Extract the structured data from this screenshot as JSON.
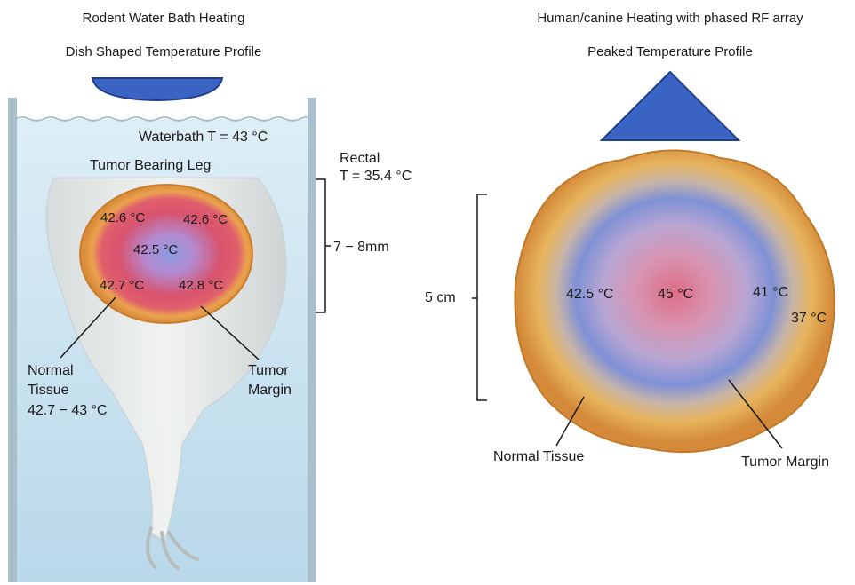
{
  "left_panel": {
    "title_line1": "Rodent Water Bath Heating",
    "title_line2": "Dish Shaped Temperature Profile",
    "waterbath_label": "Waterbath T = 43 °C",
    "tumor_leg_label": "Tumor Bearing Leg",
    "rectal_line1": "Rectal",
    "rectal_line2": "T = 35.4 °C",
    "size_label": "7 − 8mm",
    "temps": {
      "top_left": "42.6 °C",
      "top_right": "42.6 °C",
      "center": "42.5 °C",
      "bottom_left": "42.7 °C",
      "bottom_right": "42.8 °C"
    },
    "normal_tissue_line1": "Normal",
    "normal_tissue_line2": "Tissue",
    "normal_tissue_temp": "42.7 − 43 °C",
    "tumor_margin_line1": "Tumor",
    "tumor_margin_line2": "Margin",
    "profile_color": "#3b63c4"
  },
  "right_panel": {
    "title_line1": "Human/canine Heating with phased RF array",
    "title_line2": "Peaked Temperature Profile",
    "size_label": "5 cm",
    "temps": {
      "left": "42.5 °C",
      "center": "45 °C",
      "right": "41 °C",
      "edge": "37 °C"
    },
    "normal_tissue_label": "Normal Tissue",
    "tumor_margin_label": "Tumor Margin",
    "profile_color": "#3b63c4"
  }
}
